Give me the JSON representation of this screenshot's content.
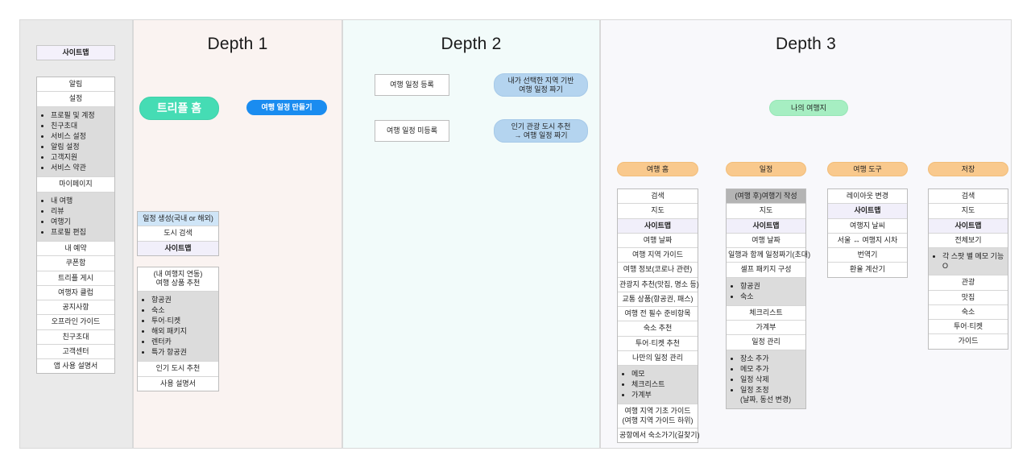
{
  "columns": {
    "depth1_title": "Depth 1",
    "depth2_title": "Depth 2",
    "depth3_title": "Depth 3"
  },
  "sidebar": {
    "title": "사이트맵",
    "items": [
      {
        "label": "알림"
      },
      {
        "label": "설정"
      },
      {
        "label": "프로필 및 계정"
      },
      {
        "label": "친구초대"
      },
      {
        "label": "서비스 설정"
      },
      {
        "label": "알림 설정"
      },
      {
        "label": "고객지원"
      },
      {
        "label": "서비스 약관"
      },
      {
        "label": "마이페이지"
      },
      {
        "label": "내 여행"
      },
      {
        "label": "리뷰"
      },
      {
        "label": "여행기"
      },
      {
        "label": "프로필 편집"
      },
      {
        "label": "내 예약"
      },
      {
        "label": "쿠폰함"
      },
      {
        "label": "트리플 게시"
      },
      {
        "label": "여행자 클럽"
      },
      {
        "label": "공지사항"
      },
      {
        "label": "오프라인 가이드"
      },
      {
        "label": "친구초대"
      },
      {
        "label": "고객센터"
      },
      {
        "label": "앱 사용 설명서"
      }
    ],
    "group_settings": [
      "프로필 및 계정",
      "친구초대",
      "서비스 설정",
      "알림 설정",
      "고객지원",
      "서비스 약관"
    ],
    "group_mypage": [
      "내 여행",
      "리뷰",
      "여행기",
      "프로필 편집"
    ],
    "plain_top": [
      "알림",
      "설정"
    ],
    "label_mypage": "마이페이지",
    "plain_bottom": [
      "내 예약",
      "쿠폰함",
      "트리플 게시",
      "여행자 클럽",
      "공지사항",
      "오프라인 가이드",
      "친구초대",
      "고객센터",
      "앱 사용 설명서"
    ]
  },
  "depth1": {
    "home_node": "트리플 홈",
    "create_node": "여행 일정 만들기",
    "create_group": [
      {
        "label": "일정 생성(국내 or 해외)",
        "style": "blue"
      },
      {
        "label": "도시 검색",
        "style": "plain"
      },
      {
        "label": "사이트맵",
        "style": "sitemap"
      }
    ],
    "product_group": {
      "header_line1": "(내 여행지 연동)",
      "header_line2": "여행 상품 추천",
      "bullets": [
        "항공권",
        "숙소",
        "투어·티켓",
        "해외 패키지",
        "렌터카",
        "특가 항공권"
      ],
      "tail": [
        "인기 도시 추천",
        "사용 설명서"
      ]
    }
  },
  "depth2": {
    "registered": "여행 일정 등록",
    "unregistered": "여행 일정 미등록",
    "registered_result_line1": "내가 선택한 지역 기반",
    "registered_result_line2": "여행 일정 짜기",
    "unregistered_result_line1": "인기 관광 도시 추천",
    "unregistered_result_line2": "→ 여행 일정 짜기"
  },
  "depth3": {
    "root": "나의 여행지",
    "branches": [
      {
        "title": "여행 홈",
        "rows": [
          {
            "label": "검색",
            "style": "plain"
          },
          {
            "label": "지도",
            "style": "plain"
          },
          {
            "label": "사이트맵",
            "style": "sitemap"
          },
          {
            "label": "여행 날짜",
            "style": "plain"
          },
          {
            "label": "여행 지역 가이드",
            "style": "plain"
          },
          {
            "label": "여행 정보(코로나 관련)",
            "style": "plain"
          },
          {
            "label": "관광지 추천(맛집, 명소 등)",
            "style": "plain"
          },
          {
            "label": "교통 상품(항공권, 패스)",
            "style": "plain"
          },
          {
            "label": "여행 전 필수 준비항목",
            "style": "plain"
          },
          {
            "label": "숙소 추천",
            "style": "plain"
          },
          {
            "label": "투어·티켓 추천",
            "style": "plain"
          },
          {
            "label": "나만의 일정 관리",
            "style": "plain"
          },
          {
            "style": "bullets",
            "bullets": [
              "메모",
              "체크리스트",
              "가계부"
            ]
          },
          {
            "label": "여행 지역 기초 가이드\n(여행 지역 가이드 하위)",
            "style": "wrap"
          },
          {
            "label": "공항에서 숙소가기(길찾기)",
            "style": "plain"
          }
        ]
      },
      {
        "title": "일정",
        "rows": [
          {
            "label": "(여행 후)여행기 작성",
            "style": "grey"
          },
          {
            "label": "지도",
            "style": "plain"
          },
          {
            "label": "사이트맵",
            "style": "sitemap"
          },
          {
            "label": "여행 날짜",
            "style": "plain"
          },
          {
            "label": "일행과 함께 일정짜기(초대)",
            "style": "plain"
          },
          {
            "label": "셀프 패키지 구성",
            "style": "plain"
          },
          {
            "style": "bullets",
            "bullets": [
              "항공권",
              "숙소"
            ]
          },
          {
            "label": "체크리스트",
            "style": "plain"
          },
          {
            "label": "가계부",
            "style": "plain"
          },
          {
            "label": "일정 관리",
            "style": "plain"
          },
          {
            "style": "bullets",
            "bullets": [
              "장소 추가",
              "메모 추가",
              "일정 삭제",
              "일정 조정\n(날짜, 동선 변경)"
            ]
          }
        ]
      },
      {
        "title": "여행 도구",
        "rows": [
          {
            "label": "레이아웃 변경",
            "style": "plain"
          },
          {
            "label": "사이트맵",
            "style": "sitemap"
          },
          {
            "label": "여행지 날씨",
            "style": "plain"
          },
          {
            "label": "서울 ↔ 여행지 시차",
            "style": "plain"
          },
          {
            "label": "번역기",
            "style": "plain"
          },
          {
            "label": "환율 계산기",
            "style": "plain"
          }
        ]
      },
      {
        "title": "저장",
        "rows": [
          {
            "label": "검색",
            "style": "plain"
          },
          {
            "label": "지도",
            "style": "plain"
          },
          {
            "label": "사이트맵",
            "style": "sitemap"
          },
          {
            "label": "전체보기",
            "style": "plain"
          },
          {
            "style": "bullets",
            "bullets": [
              "각 스팟 별 메모 기능 O"
            ]
          },
          {
            "label": "관광",
            "style": "plain"
          },
          {
            "label": "맛집",
            "style": "plain"
          },
          {
            "label": "숙소",
            "style": "plain"
          },
          {
            "label": "투어·티켓",
            "style": "plain"
          },
          {
            "label": "가이드",
            "style": "plain"
          }
        ]
      }
    ]
  },
  "colors": {
    "home_green": "#45dcb4",
    "create_blue": "#1a8cf0",
    "result_lightblue": "#b4d4ef",
    "root_green": "#a6eec2",
    "branch_orange": "#f9c98d",
    "sitemap_lavender": "#f1effa",
    "bullets_grey": "#dcdcdc",
    "wire_grey": "#b6b6b6"
  }
}
